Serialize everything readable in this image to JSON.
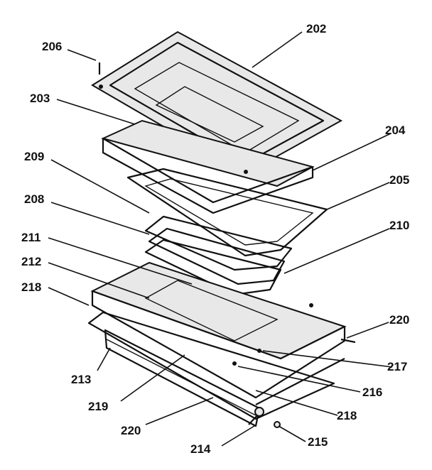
{
  "callouts": {
    "c202": "202",
    "c203": "203",
    "c204": "204",
    "c205": "205",
    "c206": "206",
    "c208": "208",
    "c209": "209",
    "c210": "210",
    "c211": "211",
    "c212": "212",
    "c213": "213",
    "c214": "214",
    "c215": "215",
    "c216": "216",
    "c217": "217",
    "c218a": "218",
    "c218b": "218",
    "c219": "219",
    "c220a": "220",
    "c220b": "220"
  }
}
